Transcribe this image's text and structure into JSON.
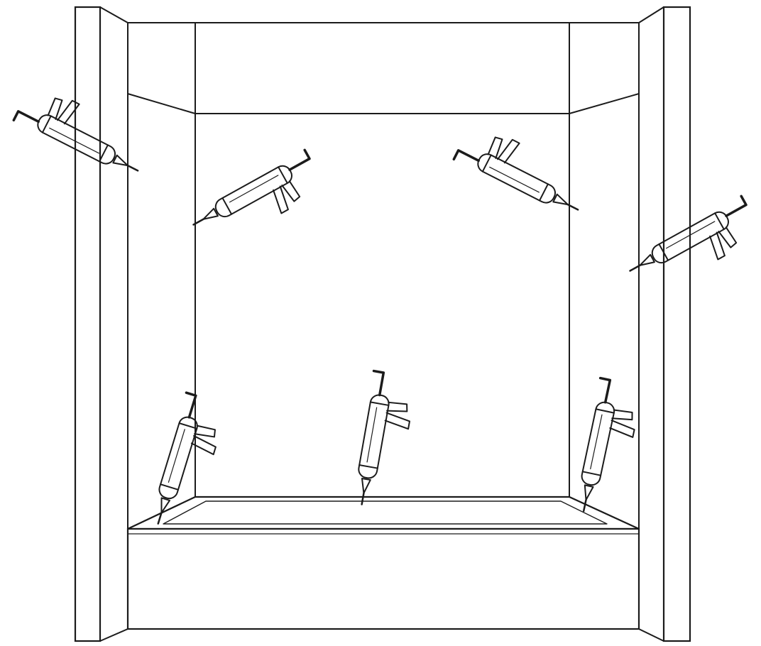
{
  "illustration": {
    "subject": "bathtub-surround-caulking",
    "colors": {
      "wall_panel": "#c4ccd1",
      "outline": "#1b1b1b",
      "fixture": "#ffffff"
    },
    "caulk_guns": [
      {
        "id": "upper-left-outer"
      },
      {
        "id": "upper-left-inner"
      },
      {
        "id": "upper-right-inner"
      },
      {
        "id": "upper-right-outer"
      },
      {
        "id": "lower-left-corner"
      },
      {
        "id": "lower-center"
      },
      {
        "id": "lower-right-corner"
      }
    ]
  }
}
